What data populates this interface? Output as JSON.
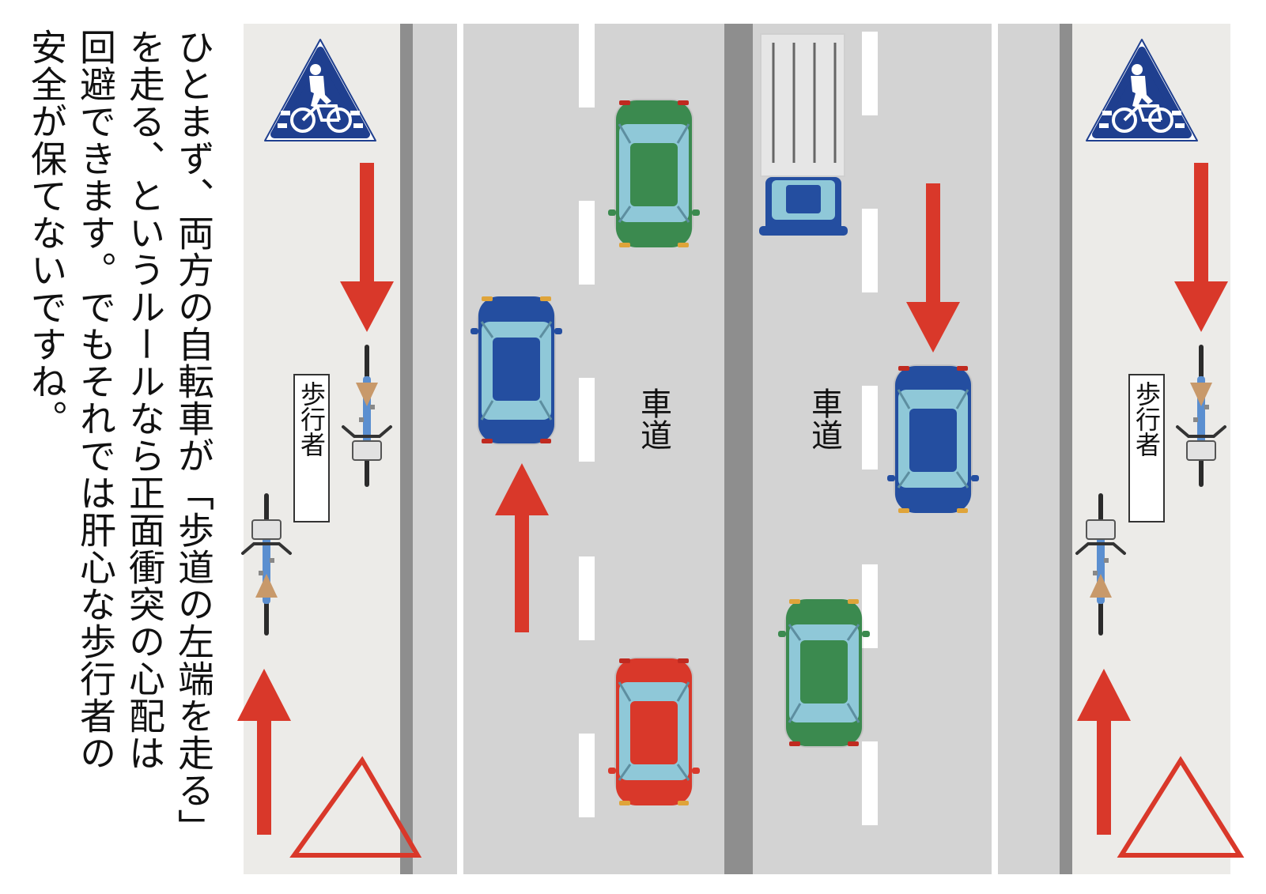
{
  "caption": {
    "lines": [
      "ひとまず、両方の自転車が「歩道の左端を走る」",
      "を走る、というルールなら正面衝突の心配は",
      "回避できます。でもそれでは肝心な歩行者の",
      "安全が保てないですね。"
    ]
  },
  "labels": {
    "sidewalk_left": "歩行者",
    "sidewalk_right": "歩行者",
    "road_left": "車道",
    "road_right": "車道"
  },
  "colors": {
    "sidewalk": "#ecebe8",
    "road": "#d3d3d3",
    "curb": "#8e8e8e",
    "arrow": "#d9382a",
    "sign_blue": "#1f3f8f",
    "car_green": "#3b8a4f",
    "car_blue": "#244ea0",
    "car_red": "#d9382a",
    "truck_cab": "#244ea0",
    "glass": "#8fc8d8"
  },
  "icons": [
    "pedestrian-bicycle-sign-icon",
    "bicycle-icon",
    "car-icon",
    "truck-icon",
    "warning-triangle-icon",
    "arrow-up-icon",
    "arrow-down-icon"
  ]
}
